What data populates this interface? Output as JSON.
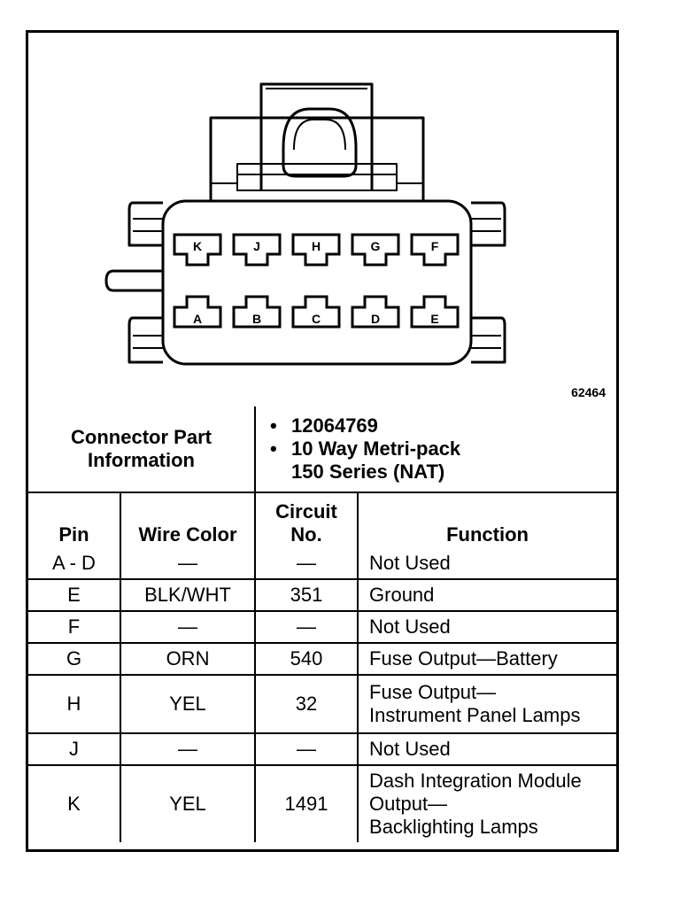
{
  "figure_id": "62464",
  "connector": {
    "top_pins": [
      "K",
      "J",
      "H",
      "G",
      "F"
    ],
    "bottom_pins": [
      "A",
      "B",
      "C",
      "D",
      "E"
    ]
  },
  "part_info": {
    "label_line1": "Connector Part",
    "label_line2": "Information",
    "items": [
      "12064769",
      "10 Way Metri-pack",
      "150 Series (NAT)"
    ]
  },
  "headers": {
    "pin": "Pin",
    "wire_color": "Wire Color",
    "circuit_line1": "Circuit",
    "circuit_line2": "No.",
    "function": "Function"
  },
  "rows": [
    {
      "pin": "A - D",
      "wire": "—",
      "circuit": "—",
      "func": [
        "Not Used"
      ]
    },
    {
      "pin": "E",
      "wire": "BLK/WHT",
      "circuit": "351",
      "func": [
        "Ground"
      ]
    },
    {
      "pin": "F",
      "wire": "—",
      "circuit": "—",
      "func": [
        "Not Used"
      ]
    },
    {
      "pin": "G",
      "wire": "ORN",
      "circuit": "540",
      "func": [
        "Fuse Output—Battery"
      ]
    },
    {
      "pin": "H",
      "wire": "YEL",
      "circuit": "32",
      "func": [
        "Fuse Output—",
        "Instrument Panel Lamps"
      ]
    },
    {
      "pin": "J",
      "wire": "—",
      "circuit": "—",
      "func": [
        "Not Used"
      ]
    },
    {
      "pin": "K",
      "wire": "YEL",
      "circuit": "1491",
      "func": [
        "Dash Integration Module",
        "Output—",
        "Backlighting Lamps"
      ]
    }
  ]
}
